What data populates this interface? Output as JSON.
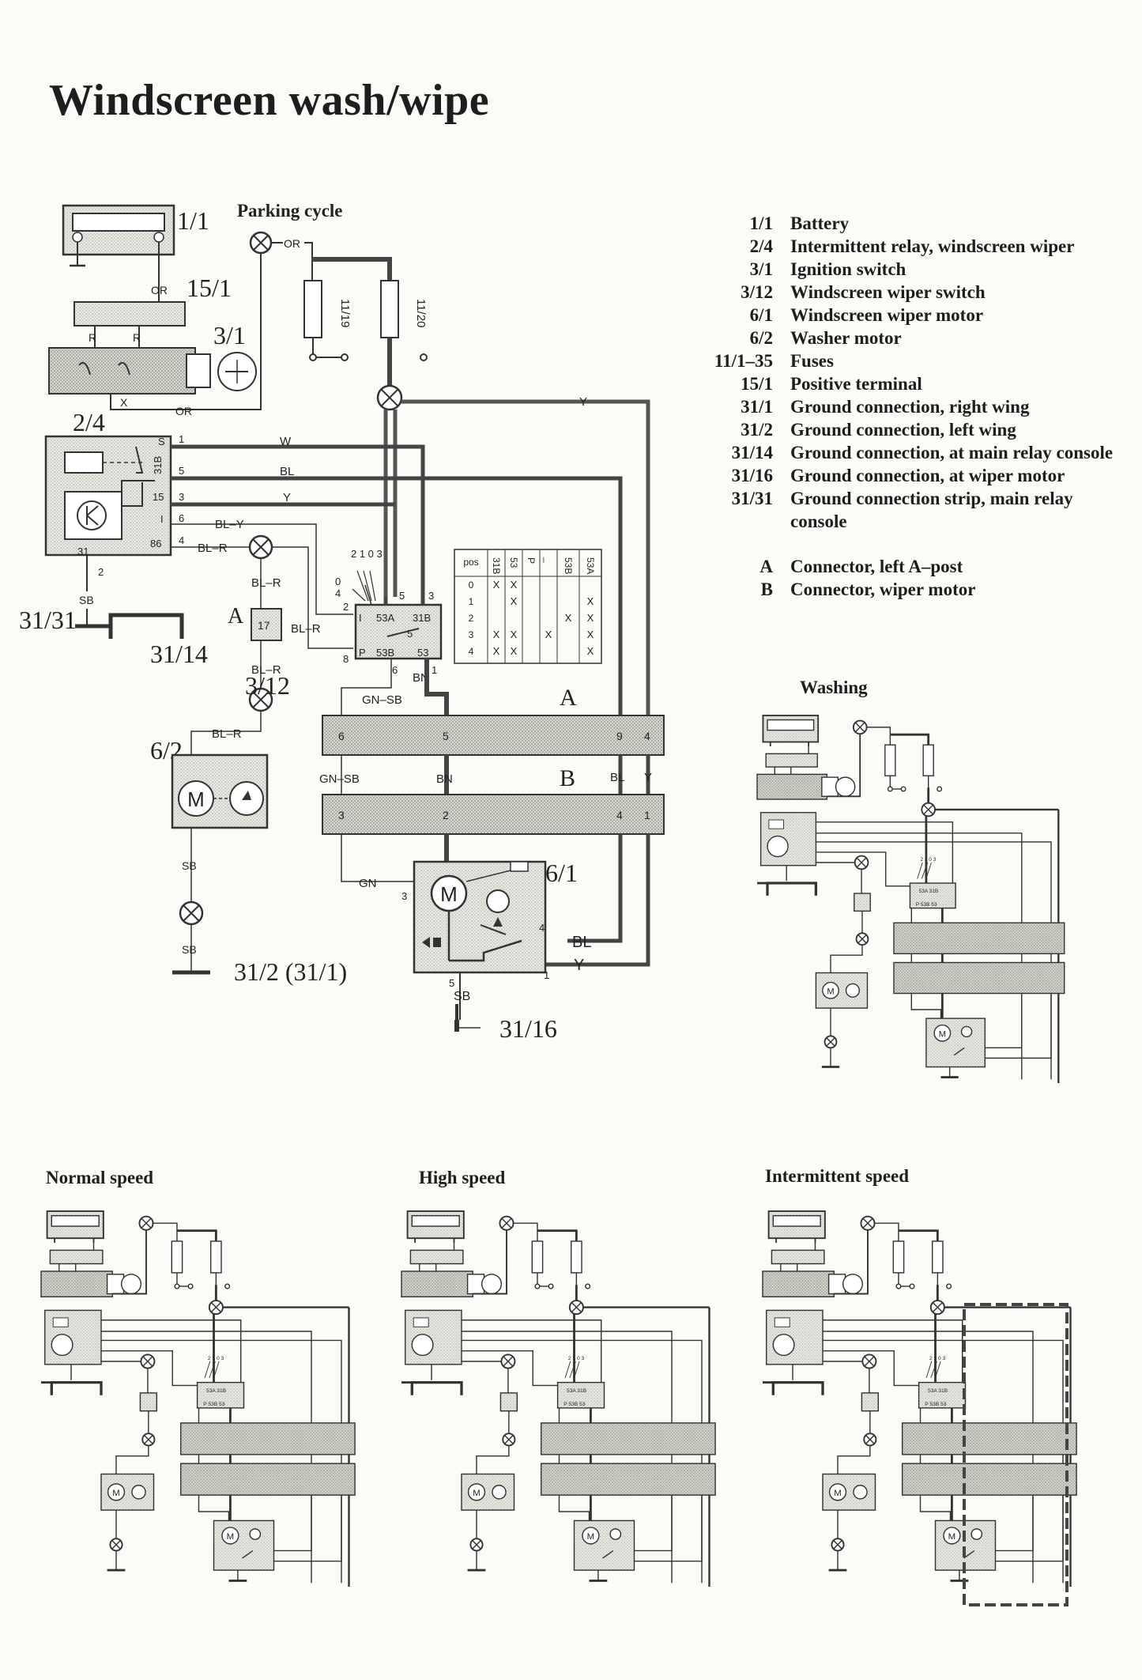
{
  "title": "Windscreen wash/wipe",
  "captions": {
    "parking_cycle": "Parking cycle",
    "washing": "Washing",
    "normal_speed": "Normal speed",
    "high_speed": "High speed",
    "intermittent_speed": "Intermittent speed"
  },
  "legend": [
    {
      "code": "1/1",
      "desc": "Battery"
    },
    {
      "code": "2/4",
      "desc": "Intermittent relay, windscreen wiper"
    },
    {
      "code": "3/1",
      "desc": "Ignition switch"
    },
    {
      "code": "3/12",
      "desc": "Windscreen wiper switch"
    },
    {
      "code": "6/1",
      "desc": "Windscreen wiper motor"
    },
    {
      "code": "6/2",
      "desc": "Washer motor"
    },
    {
      "code": "11/1–35",
      "desc": "Fuses"
    },
    {
      "code": "15/1",
      "desc": "Positive terminal"
    },
    {
      "code": "31/1",
      "desc": "Ground connection, right wing"
    },
    {
      "code": "31/2",
      "desc": "Ground connection, left wing"
    },
    {
      "code": "31/14",
      "desc": "Ground connection, at main relay console"
    },
    {
      "code": "31/16",
      "desc": "Ground connection, at wiper motor"
    },
    {
      "code": "31/31",
      "desc": "Ground connection strip, main relay console"
    }
  ],
  "connectors_legend": [
    {
      "code": "A",
      "desc": "Connector, left A–post"
    },
    {
      "code": "B",
      "desc": "Connector, wiper motor"
    }
  ],
  "component_labels": {
    "battery": "1/1",
    "positive_terminal": "15/1",
    "ignition": "3/1",
    "relay": "2/4",
    "ground_strip": "31/31",
    "ground_relay": "31/14",
    "connector_a_ref": "A",
    "washer_motor": "6/2",
    "wiper_switch": "3/12",
    "wiper_motor": "6/1",
    "ground_wing": "31/2 (31/1)",
    "ground_motor": "31/16",
    "fuse_1": "11/19",
    "fuse_2": "11/20",
    "conn_a": "A",
    "conn_b": "B",
    "motor_symbol": "M",
    "relay_box": "17"
  },
  "wire_labels": {
    "or1": "OR",
    "or2": "OR",
    "or3": "OR",
    "r1": "R",
    "r2": "R",
    "x": "X",
    "w": "W",
    "bl": "BL",
    "y": "Y",
    "bl_y": "BL–Y",
    "bl_r1": "BL–R",
    "bl_r2": "BL–R",
    "bl_r3": "BL–R",
    "bl_r4": "BL–R",
    "bl_r5": "BL–R",
    "sb1": "SB",
    "sb2": "SB",
    "sb3": "SB",
    "sb4": "SB",
    "gn_sb1": "GN–SB",
    "gn_sb2": "GN–SB",
    "bn1": "BN",
    "bn2": "BN",
    "bn3": "BN",
    "gn": "GN",
    "bl2": "BL",
    "y2": "Y",
    "bl3": "BL",
    "y3": "Y",
    "y_top": "Y"
  },
  "pin_labels": {
    "s": "S",
    "b31": "31B",
    "i15": "15",
    "i": "I",
    "p86": "86",
    "p31": "31",
    "n1": "1",
    "n5": "5",
    "n3": "3",
    "n6": "6",
    "n4": "4",
    "n2": "2",
    "sw_53a": "53A",
    "sw_31b": "31B",
    "sw_53b": "53B",
    "sw_53": "53",
    "sw_i": "I",
    "sw_p": "P",
    "sw_2": "2",
    "sw_8": "8",
    "sw_5": "5",
    "sw_3": "3",
    "sw_6": "6",
    "sw_1": "1",
    "sw_5b": "5",
    "pos_nums": "2 1 0 3",
    "pos_0": "0",
    "pos_4": "4",
    "ca_6": "6",
    "ca_5": "5",
    "ca_9": "9",
    "ca_4": "4",
    "cb_3": "3",
    "cb_2": "2",
    "cb_4": "4",
    "cb_1": "1",
    "m_3": "3",
    "m_4": "4",
    "m_1": "1",
    "m_5": "5",
    "m_2": "2"
  },
  "switch_table": {
    "headers": [
      "pos",
      "31B",
      "53",
      "P",
      "_",
      "53B",
      "53A"
    ],
    "rows": [
      {
        "pos": "0",
        "marks": [
          "X",
          "X",
          "",
          "",
          "",
          ""
        ]
      },
      {
        "pos": "1",
        "marks": [
          "",
          "X",
          "",
          "",
          "",
          "X"
        ]
      },
      {
        "pos": "2",
        "marks": [
          "",
          "",
          "",
          "",
          "X",
          "X"
        ]
      },
      {
        "pos": "3",
        "marks": [
          "X",
          "X",
          "",
          "X",
          "",
          "X"
        ]
      },
      {
        "pos": "4",
        "marks": [
          "X",
          "X",
          "",
          "",
          "",
          "X"
        ]
      }
    ]
  }
}
